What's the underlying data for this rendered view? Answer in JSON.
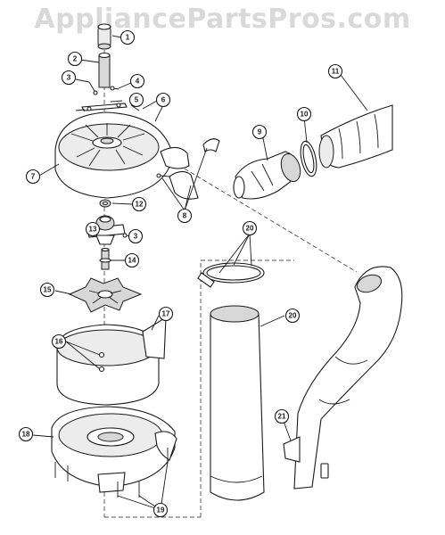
{
  "watermark": "AppliancePartsPros.com",
  "callouts": [
    {
      "id": "c1",
      "label": "1"
    },
    {
      "id": "c2",
      "label": "2"
    },
    {
      "id": "c3a",
      "label": "3"
    },
    {
      "id": "c4",
      "label": "4"
    },
    {
      "id": "c5",
      "label": "5"
    },
    {
      "id": "c6",
      "label": "6"
    },
    {
      "id": "c7",
      "label": "7"
    },
    {
      "id": "c8",
      "label": "8"
    },
    {
      "id": "c9",
      "label": "9"
    },
    {
      "id": "c10",
      "label": "10"
    },
    {
      "id": "c11",
      "label": "11"
    },
    {
      "id": "c12",
      "label": "12"
    },
    {
      "id": "c13",
      "label": "13"
    },
    {
      "id": "c3b",
      "label": "3"
    },
    {
      "id": "c14",
      "label": "14"
    },
    {
      "id": "c15",
      "label": "15"
    },
    {
      "id": "c16",
      "label": "16"
    },
    {
      "id": "c17",
      "label": "17"
    },
    {
      "id": "c18",
      "label": "18"
    },
    {
      "id": "c19",
      "label": "19"
    },
    {
      "id": "c20a",
      "label": "20"
    },
    {
      "id": "c20b",
      "label": "20"
    },
    {
      "id": "c21",
      "label": "21"
    }
  ]
}
